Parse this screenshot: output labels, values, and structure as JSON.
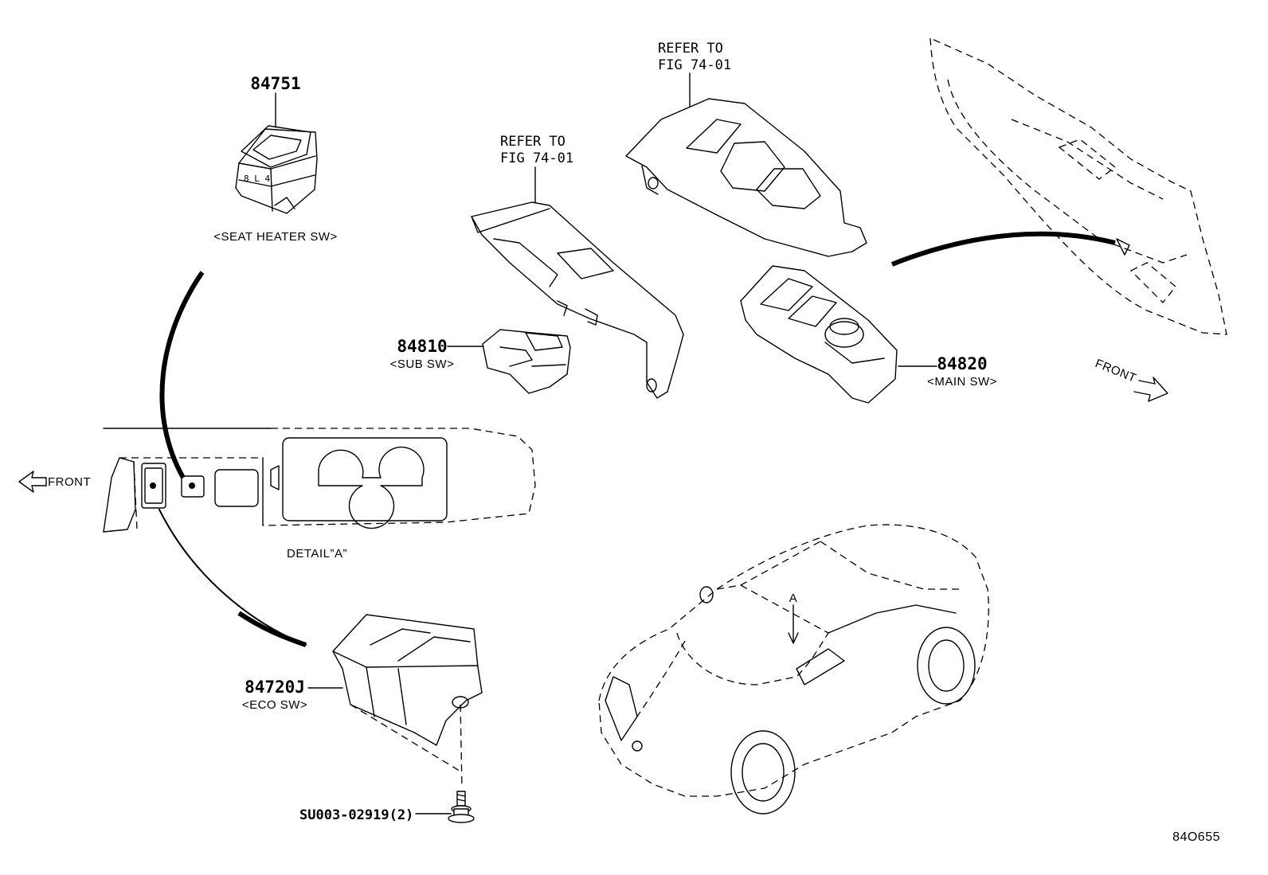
{
  "parts": {
    "seat_heater": {
      "number": "84751",
      "caption": "<SEAT HEATER SW>"
    },
    "sub_sw": {
      "number": "84810",
      "caption": "<SUB SW>"
    },
    "main_sw": {
      "number": "84820",
      "caption": "<MAIN SW>"
    },
    "eco_sw": {
      "number": "84720J",
      "caption": "<ECO SW>"
    },
    "screw": {
      "number": "SU003-02919(2)"
    }
  },
  "refs": {
    "left": {
      "line1": "REFER TO",
      "line2": "FIG 74-01"
    },
    "right": {
      "line1": "REFER TO",
      "line2": "FIG 74-01"
    }
  },
  "labels": {
    "front_left": "FRONT",
    "front_right": "FRONT",
    "detail": "DETAIL”A”",
    "view_a": "A"
  },
  "diagram_id": "84O655"
}
